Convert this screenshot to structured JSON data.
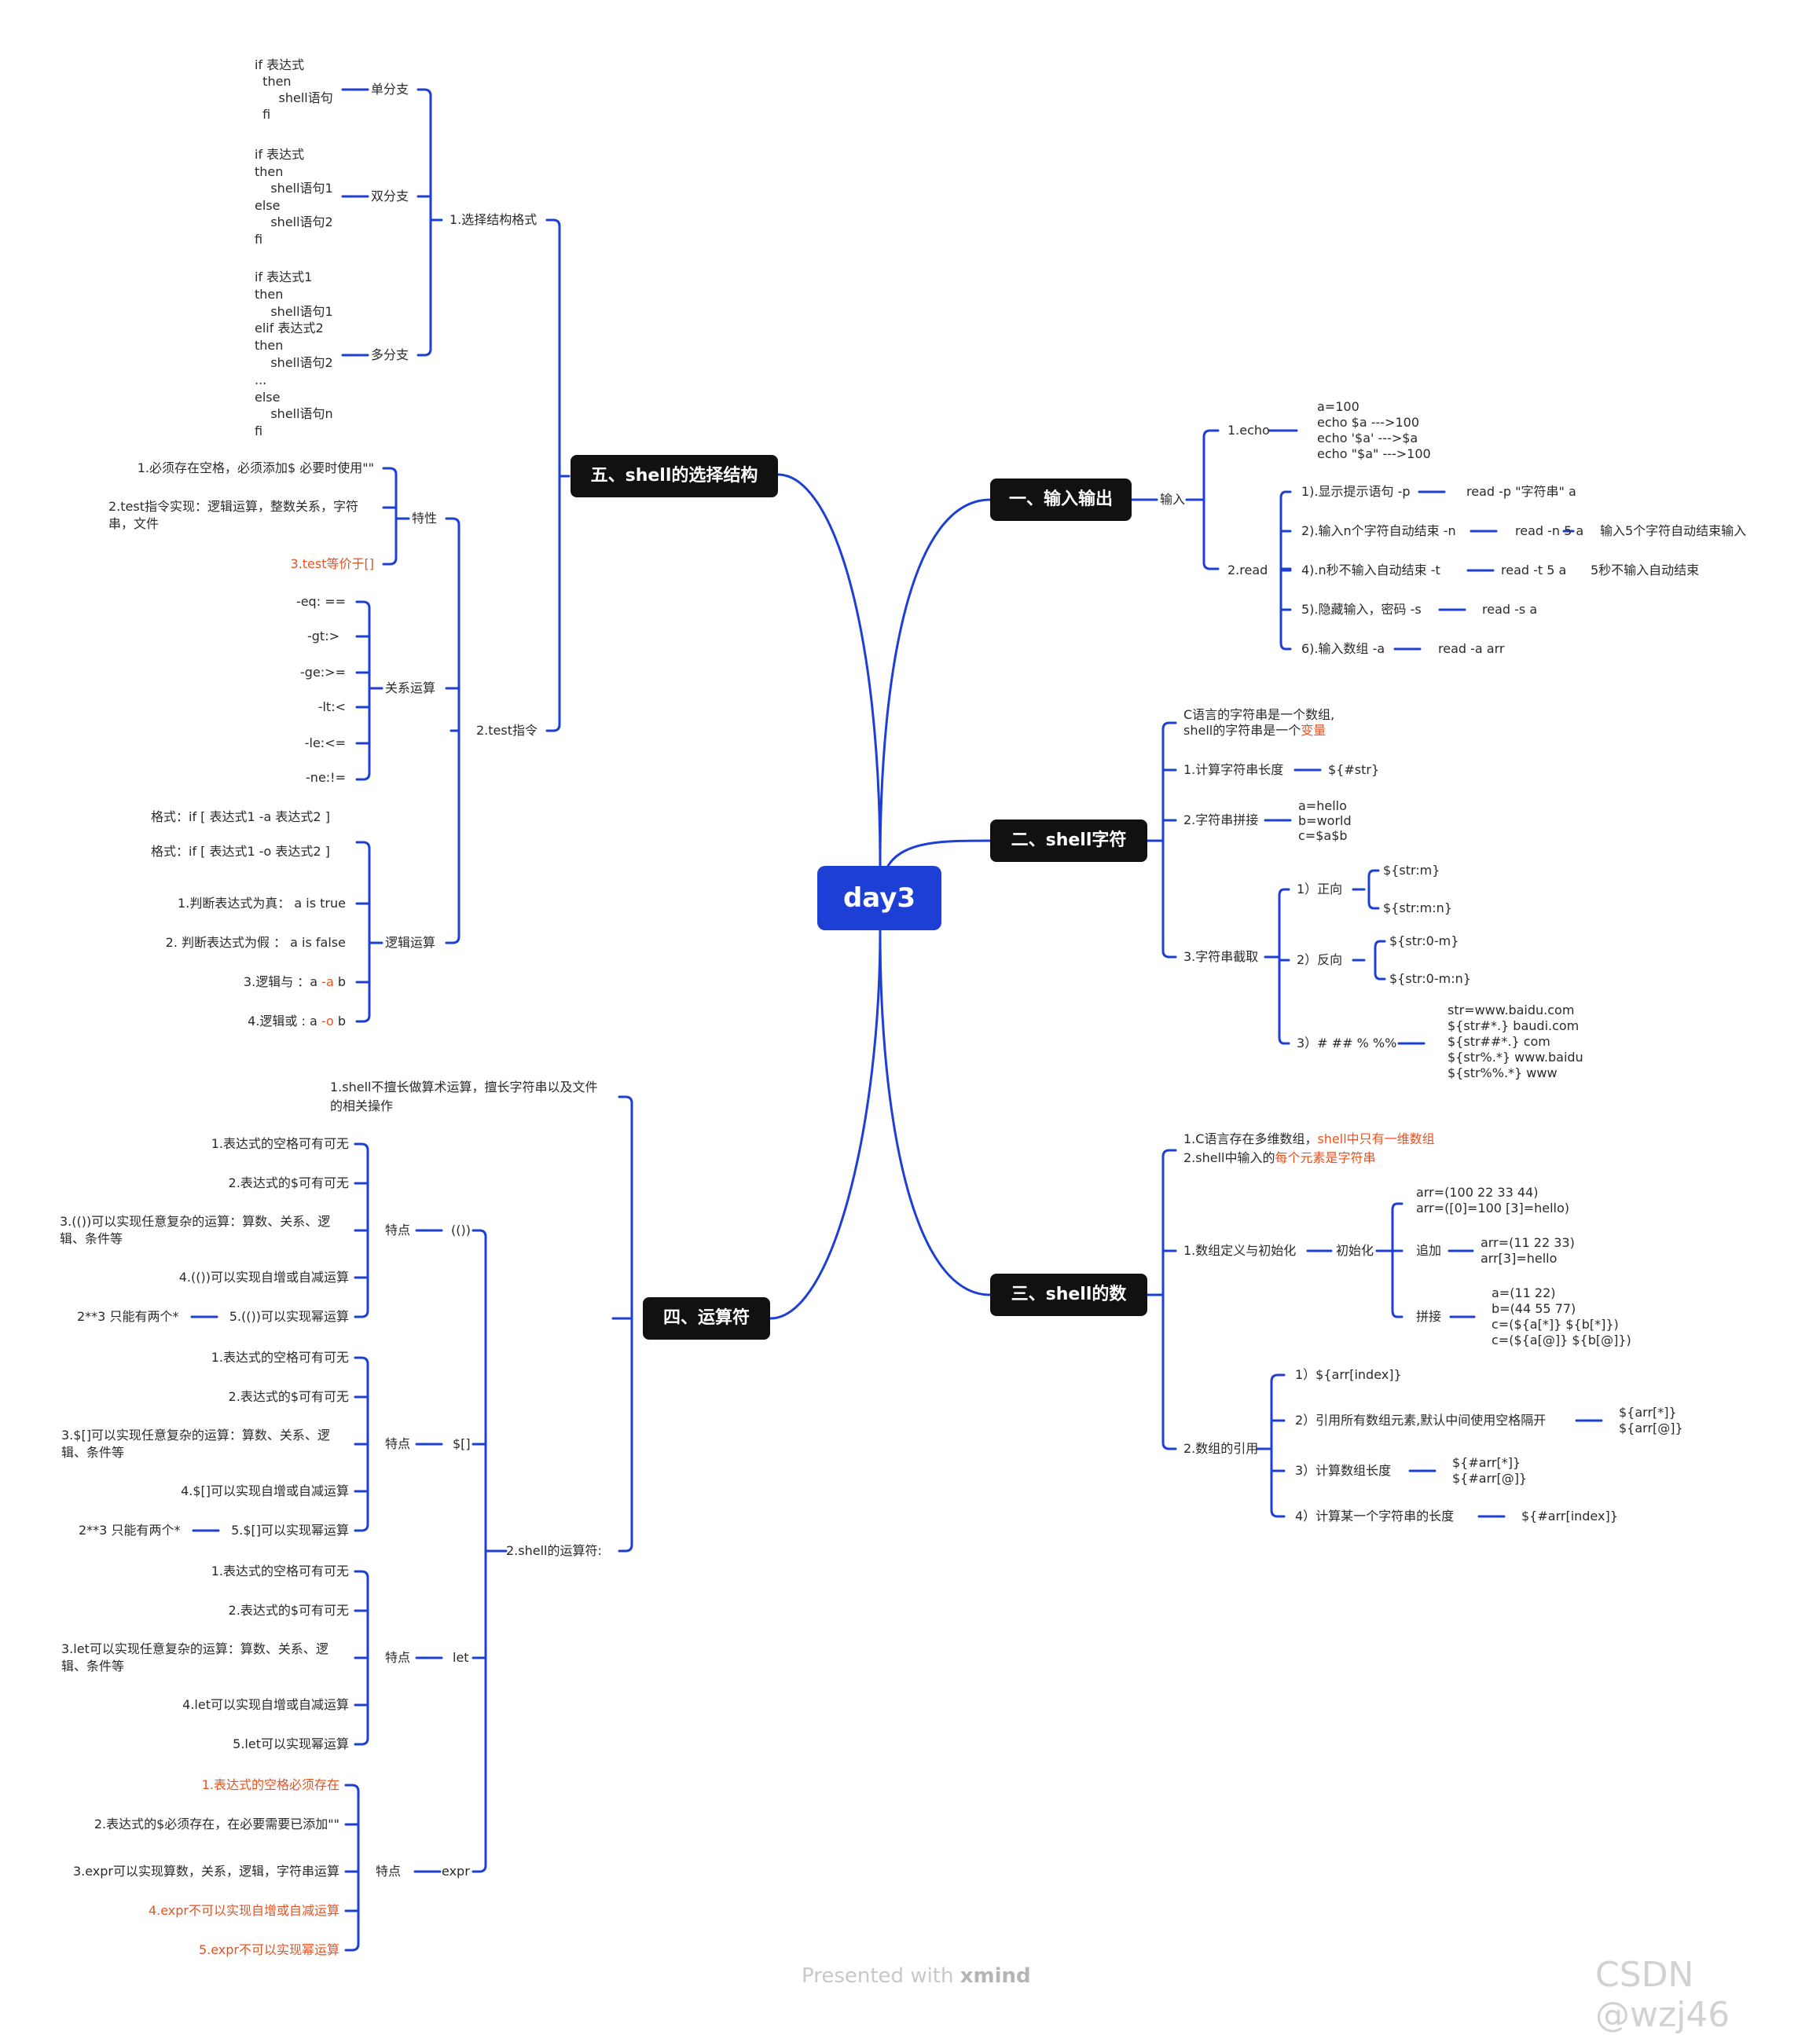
{
  "map": {
    "central": "day3",
    "topics": {
      "t1": "一、输入输出",
      "t2": "二、shell字符串",
      "t3": "三、shell的数组",
      "t4": "四、运算符",
      "t5": "五、shell的选择结构"
    },
    "t1": {
      "input": "输入",
      "echo": "1.echo",
      "echo_lines": [
        "a=100",
        "echo $a     --->100",
        "echo '$a'   --->$a",
        "echo \"$a\"   --->100"
      ],
      "read": "2.read",
      "read_items": [
        {
          "label": "1).显示提示语句 -p",
          "ex": "read -p \"字符串\" a",
          "note": ""
        },
        {
          "label": "2).输入n个字符自动结束 -n",
          "ex": "read -n 5 a",
          "note": "输入5个字符自动结束输入"
        },
        {
          "label": "4).n秒不输入自动结束 -t",
          "ex": "read -t 5 a",
          "note": "5秒不输入自动结束"
        },
        {
          "label": "5).隐藏输入，密码 -s",
          "ex": "read -s a",
          "note": ""
        },
        {
          "label": "6).输入数组 -a",
          "ex": "read -a arr",
          "note": ""
        }
      ]
    },
    "t2": {
      "intro_1": "C语言的字符串是一个数组,",
      "intro_2a": "shell的字符串是一个",
      "intro_2b": "变量",
      "len_label": "1.计算字符串长度",
      "len_val": "${#str}",
      "concat_label": "2.字符串拼接",
      "concat_lines": [
        "a=hello",
        "b=world",
        "c=$a$b"
      ],
      "sub_label": "3.字符串截取",
      "fwd": "1）正向",
      "fwd_items": [
        "${str:m}",
        "${str:m:n}"
      ],
      "rev": "2）反向",
      "rev_items": [
        "${str:0-m}",
        "${str:0-m:n}"
      ],
      "pct": "3）# ## % %%",
      "pct_lines": [
        "str=www.baidu.com",
        "${str#*.}     baudi.com",
        "${str##*.}   com",
        "${str%.*}     www.baidu",
        "${str%%.*}   www"
      ]
    },
    "t3": {
      "intro_1a": "1.C语言存在多维数组，",
      "intro_1b": "shell中只有一维数组",
      "intro_2a": "2.shell中输入的",
      "intro_2b": "每个元素是字符串",
      "def_label": "1.数组定义与初始化",
      "init": "初始化",
      "init_lines": [
        "arr=(100 22 33 44)",
        "arr=([0]=100 [3]=hello)"
      ],
      "append": "追加",
      "append_lines": [
        "arr=(11 22 33)",
        "arr[3]=hello"
      ],
      "join": "拼接",
      "join_lines": [
        "a=(11 22)",
        "b=(44 55 77)",
        "c=(${a[*]} ${b[*]})",
        "c=(${a[@]} ${b[@]})"
      ],
      "ref_label": "2.数组的引用",
      "ref1": "1）${arr[index]}",
      "ref2": "2）引用所有数组元素,默认中间使用空格隔开",
      "ref2_vals": [
        "${arr[*]}",
        "${arr[@]}"
      ],
      "ref3": "3）计算数组长度",
      "ref3_vals": [
        "${#arr[*]}",
        "${#arr[@]}"
      ],
      "ref4": "4）计算某一个字符串的长度",
      "ref4_val": "${#arr[index]}"
    },
    "t4": {
      "intro_1": "1.shell不擅长做算术运算，擅长字符串以及文件",
      "intro_2": "的相关操作",
      "ops_label": "2.shell的运算符:",
      "feature": "特点",
      "dp": "(())",
      "dp_items": [
        "1.表达式的空格可有可无",
        "2.表达式的$可有可无",
        "3.(())可以实现任意复杂的运算：算数、关系、逻",
        "辑、条件等",
        "4.(())可以实现自增或自减运算",
        "5.(())可以实现幂运算"
      ],
      "pow_note": "2**3    只能有两个*",
      "sb": "$[]",
      "sb_items": [
        "1.表达式的空格可有可无",
        "2.表达式的$可有可无",
        "3.$[]可以实现任意复杂的运算：算数、关系、逻",
        "辑、条件等",
        "4.$[]可以实现自增或自减运算",
        "5.$[]可以实现幂运算"
      ],
      "let": "let",
      "let_items": [
        "1.表达式的空格可有可无",
        "2.表达式的$可有可无",
        "3.let可以实现任意复杂的运算：算数、关系、逻",
        "辑、条件等",
        "4.let可以实现自增或自减运算",
        "5.let可以实现幂运算"
      ],
      "expr": "expr",
      "expr_items": [
        "1.表达式的空格必须存在",
        "2.表达式的$必须存在，在必要需要已添加\"\"",
        "3.expr可以实现算数，关系，逻辑，字符串运算",
        "4.expr不可以实现自增或自减运算",
        "5.expr不可以实现幂运算"
      ]
    },
    "t5": {
      "sel_label": "1.选择结构格式",
      "single": "单分支",
      "single_code": [
        "if 表达式",
        "  then",
        "      shell语句",
        "  fi"
      ],
      "double": "双分支",
      "double_code": [
        "if 表达式",
        "then",
        "    shell语句1",
        "else",
        "    shell语句2",
        "fi"
      ],
      "multi": "多分支",
      "multi_code": [
        "if 表达式1",
        "then",
        "    shell语句1",
        "elif 表达式2",
        "then",
        "    shell语句2",
        "...",
        "else",
        "    shell语句n",
        "fi"
      ],
      "test_label": "2.test指令",
      "trait": "特性",
      "trait_items": [
        "1.必须存在空格，必须添加$ 必要时使用\"\"",
        "2.test指令实现：逻辑运算，整数关系，字符",
        "串，文件",
        "3.test等价于[]"
      ],
      "rel": "关系运算",
      "rel_items": [
        "-eq: ==",
        "-gt:>",
        "-ge:>=",
        "-lt:<",
        "-le:<=",
        "-ne:!="
      ],
      "logic": "逻辑运算",
      "fmt_and": "格式：if [  表达式1 -a 表达式2  ]",
      "fmt_or": "格式：if [  表达式1 -o 表达式2  ]",
      "logic_items": [
        "1.判断表达式为真：  a is true",
        "2. 判断表达式为假  ：  a is false"
      ],
      "and_a": "3.逻辑与 ：a ",
      "and_op": "-a",
      "and_b": " b",
      "or_a": "4.逻辑或 : a ",
      "or_op": "-o",
      "or_b": " b"
    },
    "footer_a": "Presented with ",
    "footer_b": "xmind",
    "watermark": "CSDN @wzj46"
  },
  "colors": {
    "line": "#1d3fd6",
    "topic_bg": "#111111",
    "central_bg": "#1d3fd6",
    "highlight": "#e8521f"
  }
}
